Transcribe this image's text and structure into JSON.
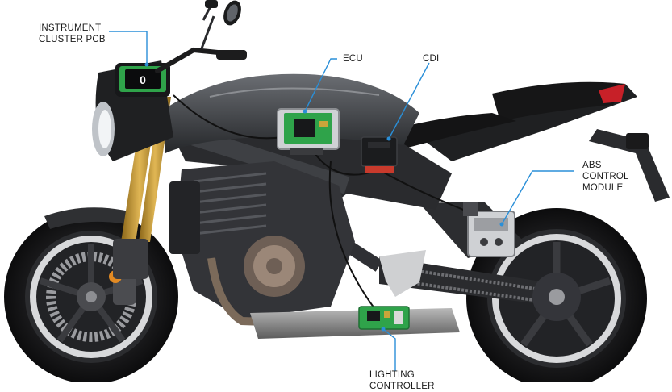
{
  "callouts": {
    "instrument_cluster": {
      "lines": [
        "INSTRUMENT",
        "CLUSTER PCB"
      ]
    },
    "ecu": {
      "lines": [
        "ECU"
      ]
    },
    "cdi": {
      "lines": [
        "CDI"
      ]
    },
    "abs": {
      "lines": [
        "ABS",
        "CONTROL",
        "MODULE"
      ]
    },
    "lighting": {
      "lines": [
        "LIGHTING",
        "CONTROLLER"
      ]
    }
  },
  "display": {
    "reading": "0"
  },
  "colors": {
    "leader_line": "#2a8fd8",
    "pcb_green": "#2fa34a",
    "frame_dark": "#2a2b2e",
    "fork_gold": "#b8862a",
    "label_text": "#1a1a1a"
  }
}
